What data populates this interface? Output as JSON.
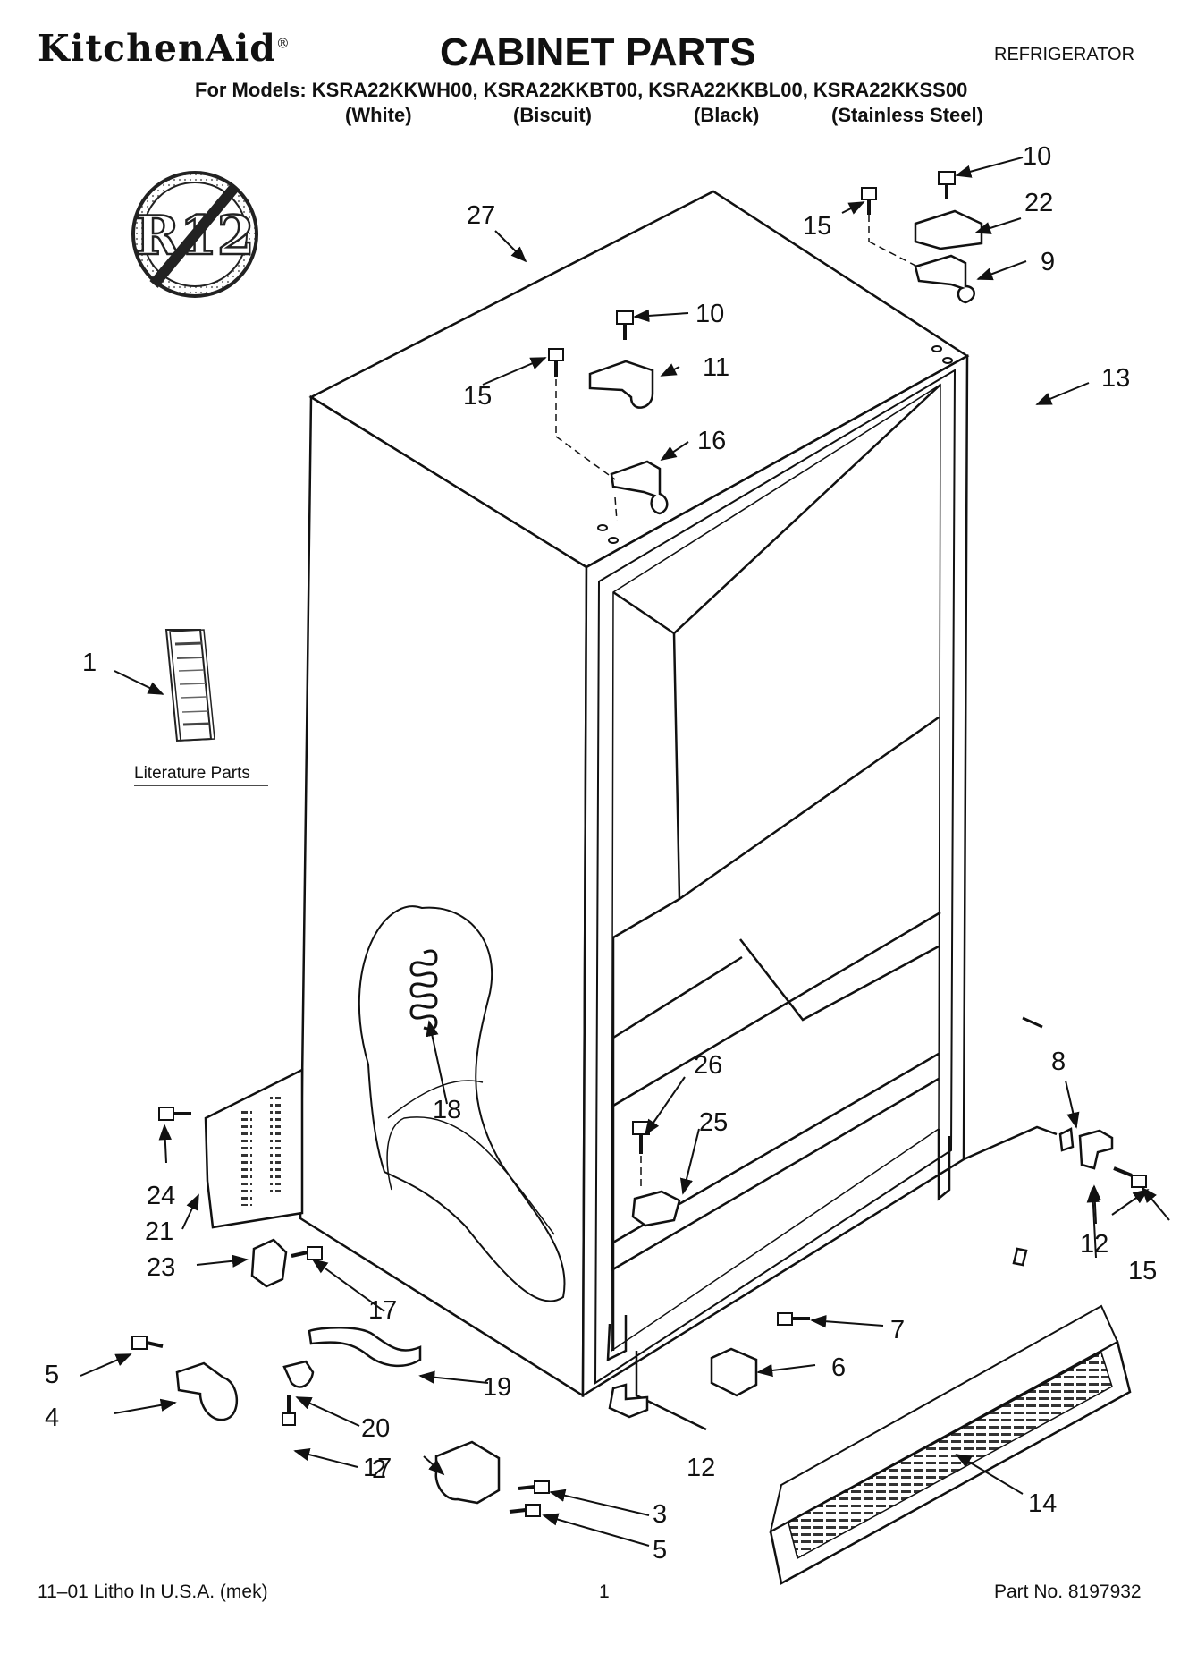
{
  "header": {
    "brand": "KitchenAid",
    "brand_mark": "®",
    "title": "CABINET PARTS",
    "appliance": "REFRIGERATOR",
    "models_line": "For Models: KSRA22KKWH00, KSRA22KKBT00, KSRA22KKBL00, KSRA22KKSS00",
    "colors": [
      "(White)",
      "(Biscuit)",
      "(Black)",
      "(Stainless Steel)"
    ]
  },
  "badge": {
    "text": "R12",
    "icon": "no-r12-refrigerant-icon"
  },
  "literature": {
    "label": "Literature Parts",
    "icon": "manual-booklet-icon"
  },
  "callouts": {
    "n1": "1",
    "n2": "2",
    "n3": "3",
    "n4": "4",
    "n5a": "5",
    "n5b": "5",
    "n6": "6",
    "n7": "7",
    "n8": "8",
    "n9": "9",
    "n10a": "10",
    "n10b": "10",
    "n11": "11",
    "n12a": "12",
    "n12b": "12",
    "n13": "13",
    "n14": "14",
    "n15a": "15",
    "n15b": "15",
    "n15c": "15",
    "n16": "16",
    "n17a": "17",
    "n17b": "17",
    "n18": "18",
    "n19": "19",
    "n20": "20",
    "n21": "21",
    "n22": "22",
    "n23": "23",
    "n24": "24",
    "n25": "25",
    "n26": "26",
    "n27": "27"
  },
  "footer": {
    "print": "11–01 Litho In U.S.A. (mek)",
    "page": "1",
    "part_no": "Part No. 8197932"
  }
}
